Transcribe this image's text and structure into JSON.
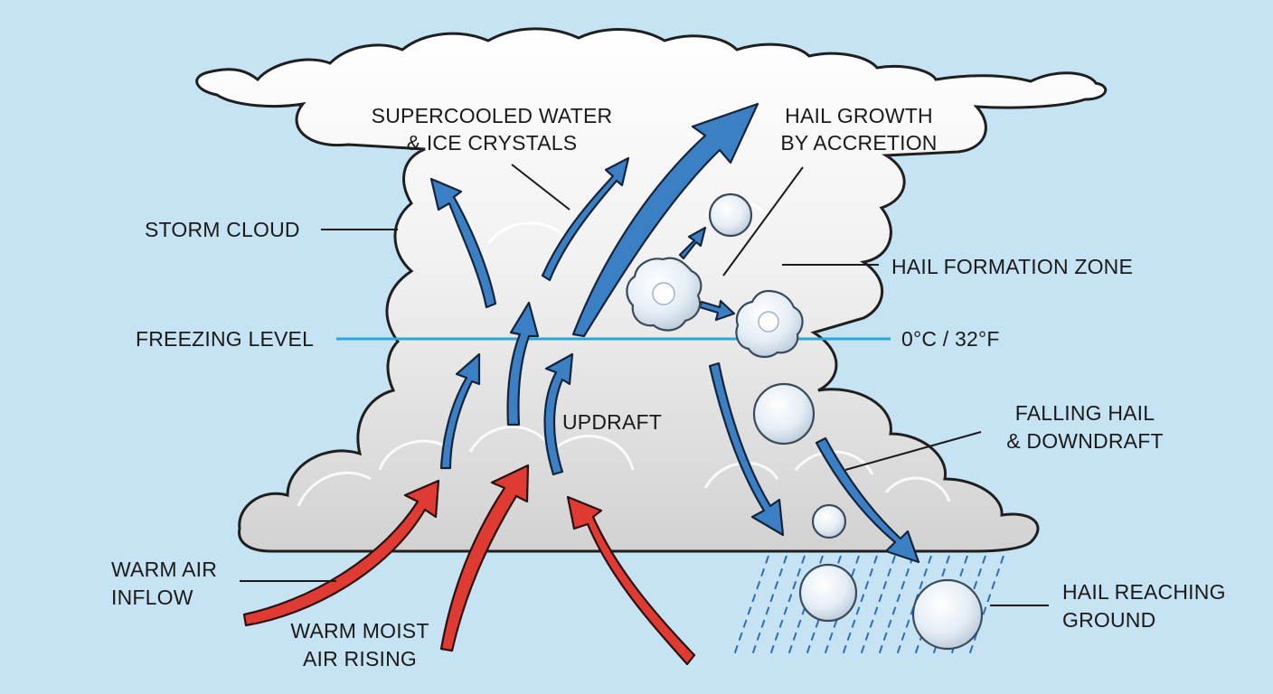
{
  "diagram": {
    "labels": {
      "supercooled": [
        "SUPERCOOLED WATER",
        "& ICE CRYSTALS"
      ],
      "hail_growth": [
        "HAIL GROWTH",
        "BY ACCRETION"
      ],
      "storm_cloud": "STORM CLOUD",
      "hail_formation_zone": "HAIL FORMATION ZONE",
      "freezing_level": "FREEZING LEVEL",
      "temperature": "0°C / 32°F",
      "updraft": "UPDRAFT",
      "falling_hail": [
        "FALLING HAIL",
        "& DOWNDRAFT"
      ],
      "warm_air_inflow": [
        "WARM AIR",
        "INFLOW"
      ],
      "warm_moist_air": [
        "WARM MOIST",
        "AIR RISING"
      ],
      "hail_reaching_ground": [
        "HAIL REACHING",
        "GROUND"
      ]
    },
    "colors": {
      "sky": "#c6e3f4",
      "updraft_arrow": "#3b7fc4",
      "warm_arrow": "#e03b32",
      "freezing_line": "#2aa7d6",
      "cloud_top": "#ffffff",
      "cloud_base": "#d7d7d7"
    }
  }
}
